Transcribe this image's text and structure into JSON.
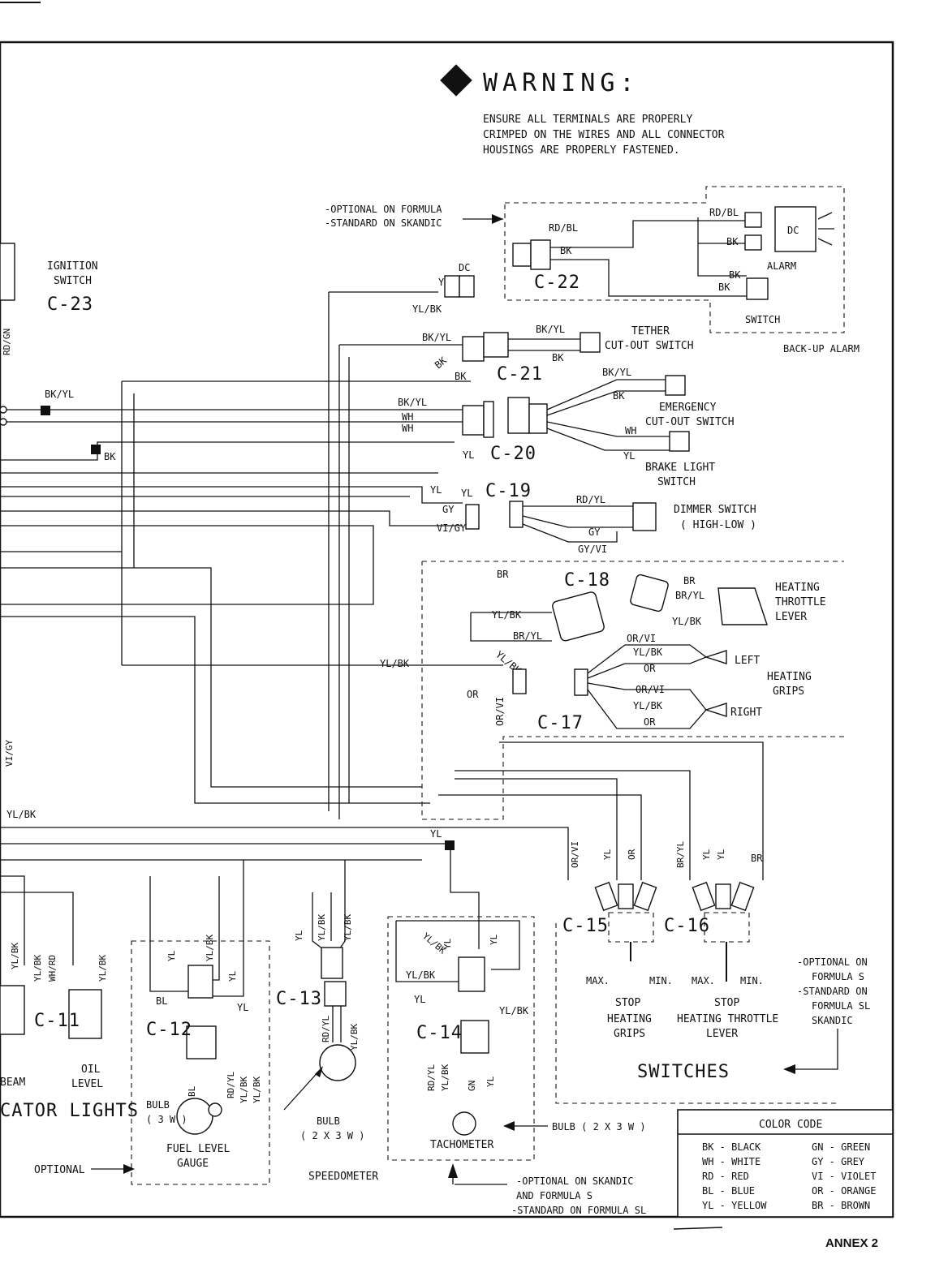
{
  "warning": {
    "title": "WARNING:",
    "lines": [
      "ENSURE ALL TERMINALS ARE PROPERLY",
      "CRIMPED ON THE WIRES AND ALL CONNECTOR",
      "HOUSINGS ARE PROPERLY FASTENED."
    ]
  },
  "notes": {
    "optional_formula_top": "-OPTIONAL ON FORMULA",
    "standard_skandic_top": "-STANDARD ON SKANDIC",
    "optional_left": "OPTIONAL",
    "right_opt_1": "-OPTIONAL ON",
    "right_opt_2": "FORMULA S",
    "right_opt_3": "-STANDARD ON",
    "right_opt_4": "FORMULA SL",
    "right_opt_5": "SKANDIC",
    "bottom_opt_1": "-OPTIONAL ON SKANDIC",
    "bottom_opt_2": "AND FORMULA S",
    "bottom_opt_3": "-STANDARD ON FORMULA SL"
  },
  "components": {
    "ignition_1": "IGNITION",
    "ignition_2": "SWITCH",
    "c23": "C-23",
    "c22": "C-22",
    "c21": "C-21",
    "c20": "C-20",
    "c19": "C-19",
    "c18": "C-18",
    "c17": "C-17",
    "c16": "C-16",
    "c15": "C-15",
    "c14": "C-14",
    "c13": "C-13",
    "c12": "C-12",
    "c11": "C-11",
    "alarm": "ALARM",
    "switch": "SWITCH",
    "backup_alarm": "BACK-UP ALARM",
    "dc": "DC",
    "tether_1": "TETHER",
    "tether_2": "CUT-OUT SWITCH",
    "emergency_1": "EMERGENCY",
    "emergency_2": "CUT-OUT SWITCH",
    "brake_1": "BRAKE LIGHT",
    "brake_2": "SWITCH",
    "dimmer_1": "DIMMER SWITCH",
    "dimmer_2": "( HIGH-LOW )",
    "heating_throttle_1": "HEATING",
    "heating_throttle_2": "THROTTLE",
    "heating_throttle_3": "LEVER",
    "heating_grips_1": "HEATING",
    "heating_grips_2": "GRIPS",
    "left": "LEFT",
    "right": "RIGHT",
    "max": "MAX.",
    "min": "MIN.",
    "stop": "STOP",
    "hg_1": "HEATING",
    "hg_2": "GRIPS",
    "htl_1": "HEATING THROTTLE",
    "htl_2": "LEVER",
    "switches": "SWITCHES",
    "bulb": "BULB",
    "bulb_1x3": "( 3 W )",
    "bulb_2x3": "( 2 X 3 W )",
    "bulb_tach": "BULB ( 2 X 3 W )",
    "fuel_1": "FUEL LEVEL",
    "fuel_2": "GAUGE",
    "speedometer": "SPEEDOMETER",
    "tachometer": "TACHOMETER",
    "oil_1": "OIL",
    "oil_2": "LEVEL",
    "beam": "BEAM",
    "indicator": "CATOR LIGHTS"
  },
  "wires": {
    "rd_bl": "RD/BL",
    "bk": "BK",
    "bk_yl": "BK/YL",
    "yl_bk": "YL/BK",
    "dc": "DC",
    "yl": "YL",
    "wh": "WH",
    "gy": "GY",
    "vi_gy": "VI/GY",
    "rd_yl": "RD/YL",
    "gy_vi": "GY/VI",
    "br": "BR",
    "br_yl": "BR/YL",
    "or_vi": "OR/VI",
    "or": "OR",
    "rd_gn": "RD/GN",
    "wh_rd": "WH/RD",
    "bl": "BL",
    "gn": "GN"
  },
  "color_code": {
    "title": "COLOR CODE",
    "left": [
      "BK - BLACK",
      "WH - WHITE",
      "RD - RED",
      "BL - BLUE",
      "YL - YELLOW"
    ],
    "right": [
      "GN - GREEN",
      "GY - GREY",
      "VI - VIOLET",
      "OR - ORANGE",
      "BR - BROWN"
    ]
  },
  "footer": {
    "annex": "ANNEX 2"
  }
}
